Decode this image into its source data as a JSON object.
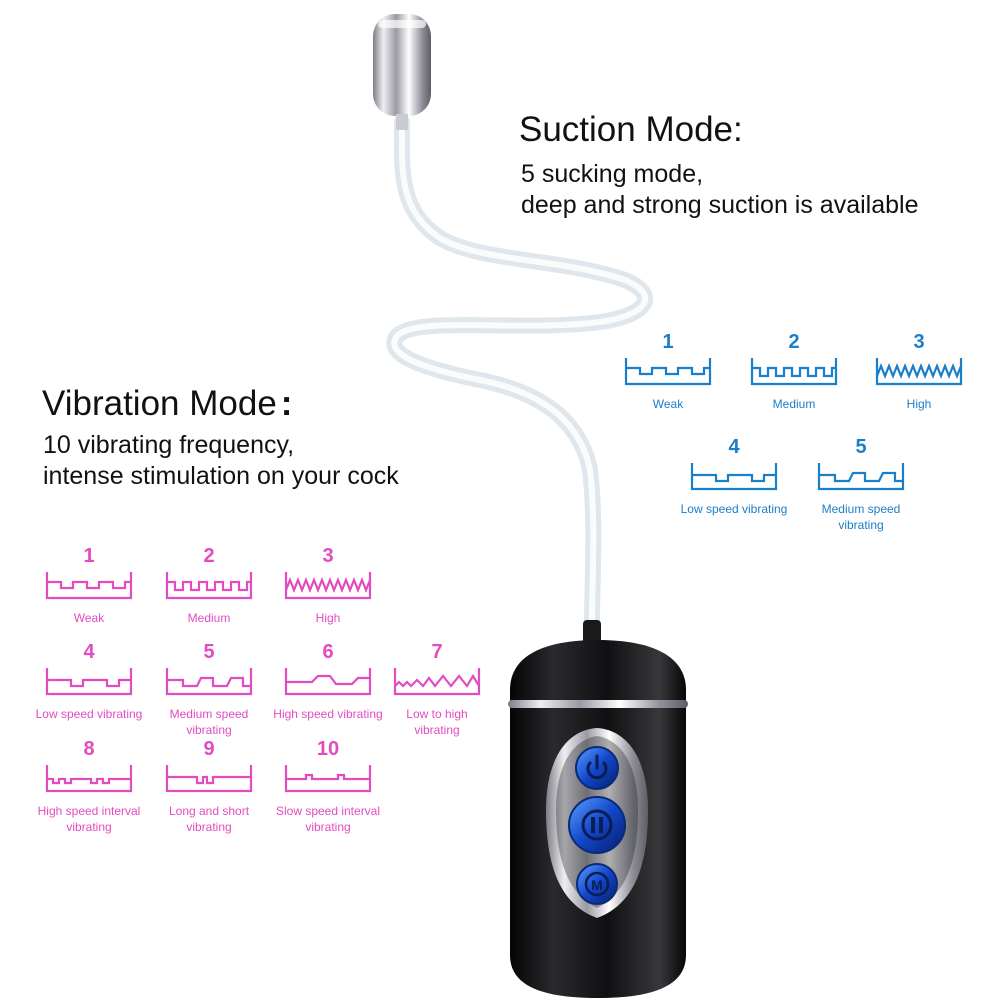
{
  "suction": {
    "title": "Suction Mode:",
    "desc1": "5 sucking mode,",
    "desc2": "deep and strong suction is available",
    "color": "#1a7fc9",
    "modes": [
      {
        "num": "1",
        "label": "Weak"
      },
      {
        "num": "2",
        "label": "Medium"
      },
      {
        "num": "3",
        "label": "High"
      },
      {
        "num": "4",
        "label": "Low speed vibrating"
      },
      {
        "num": "5",
        "label": "Medium speed vibrating"
      }
    ]
  },
  "vibration": {
    "title": "Vibration Mode",
    "title_colon": ":",
    "desc1": "10 vibrating  frequency,",
    "desc2": "intense stimulation on your cock",
    "color": "#e24cc0",
    "modes": [
      {
        "num": "1",
        "label": "Weak"
      },
      {
        "num": "2",
        "label": "Medium"
      },
      {
        "num": "3",
        "label": "High"
      },
      {
        "num": "4",
        "label": "Low speed vibrating"
      },
      {
        "num": "5",
        "label": "Medium speed vibrating"
      },
      {
        "num": "6",
        "label": "High speed vibrating"
      },
      {
        "num": "7",
        "label": "Low to high vibrating"
      },
      {
        "num": "8",
        "label": "High speed interval vibrating"
      },
      {
        "num": "9",
        "label": "Long and short vibrating"
      },
      {
        "num": "10",
        "label": "Slow speed interval vibrating"
      }
    ]
  },
  "device": {
    "buttons": [
      {
        "glyph": "power-icon"
      },
      {
        "glyph": "pause-icon"
      },
      {
        "glyph": "M"
      }
    ]
  }
}
